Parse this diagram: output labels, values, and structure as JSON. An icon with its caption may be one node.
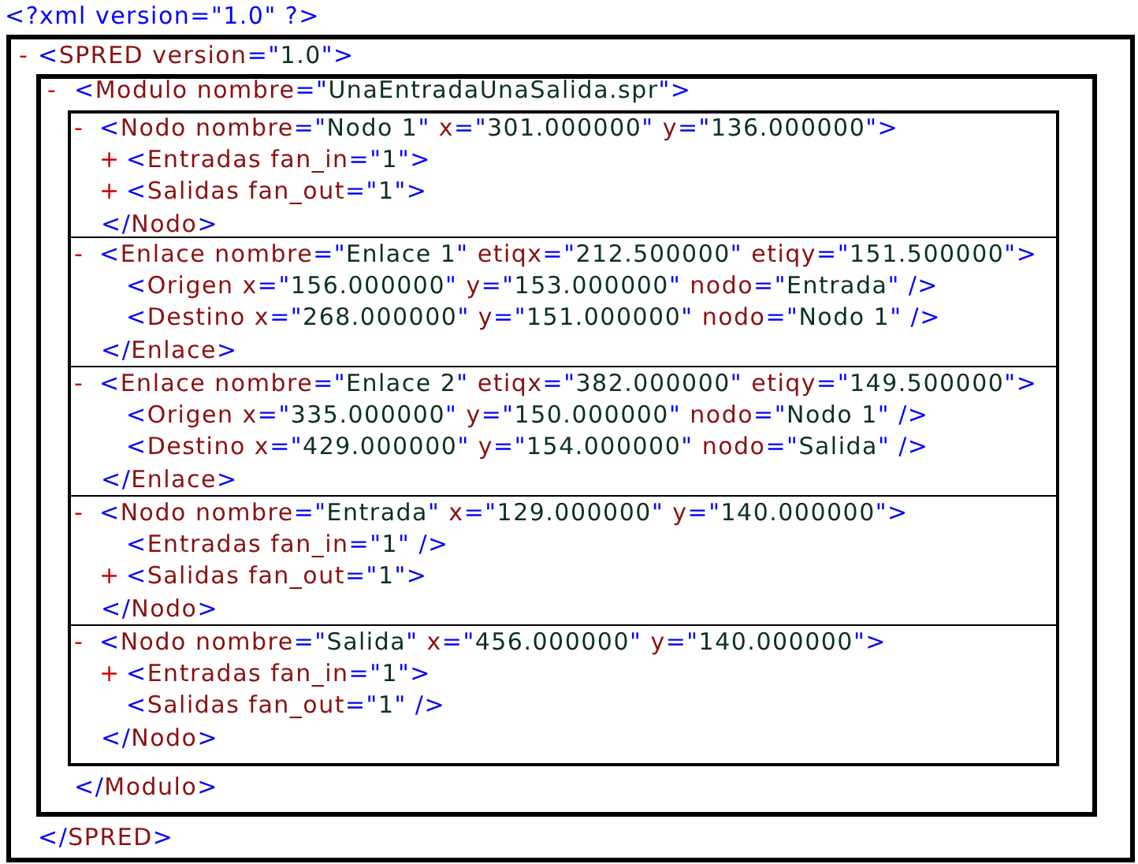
{
  "diagram": {
    "nodes": [
      {
        "text": [
          "- <SPRED version=\"1.0\">",
          "</SPRED>"
        ]
      },
      {
        "text": [
          "- <Modulo nombre=\"UnaEntradaUnaSalida.spr\">",
          "</Modulo>"
        ],
        "in": 0
      },
      {
        "text": [],
        "shape": "box",
        "in": 1
      },
      {
        "text": [
          "- <Nodo nombre=\"Nodo 1\" x=\"301.000000\" y=\"136.000000\">",
          "+ <Entradas fan_in=\"1\">",
          "+ <Salidas fan_out=\"1\">",
          "</Nodo>"
        ],
        "in": 2
      },
      {
        "text": [
          "- <Enlace nombre=\"Enlace 1\" etiqx=\"212.500000\" etiqy=\"151.500000\">",
          "<Origen x=\"156.000000\" y=\"153.000000\" nodo=\"Entrada\" />",
          "<Destino x=\"268.000000\" y=\"151.000000\" nodo=\"Nodo 1\" />",
          "</Enlace>"
        ],
        "in": 2
      },
      {
        "text": [
          "- <Enlace nombre=\"Enlace 2\" etiqx=\"382.000000\" etiqy=\"149.500000\">",
          "<Origen x=\"335.000000\" y=\"150.000000\" nodo=\"Nodo 1\" />",
          "<Destino x=\"429.000000\" y=\"154.000000\" nodo=\"Salida\" />",
          "</Enlace>"
        ],
        "in": 2
      },
      {
        "text": [
          "- <Nodo nombre=\"Entrada\" x=\"129.000000\" y=\"140.000000\">",
          "<Entradas fan_in=\"1\" />",
          "+ <Salidas fan_out=\"1\">",
          "</Nodo>"
        ],
        "in": 2
      },
      {
        "text": [
          "- <Nodo nombre=\"Salida\" x=\"456.000000\" y=\"140.000000\">",
          "+ <Entradas fan_in=\"1\">",
          "<Salidas fan_out=\"1\" />",
          "</Nodo>"
        ],
        "in": 2
      }
    ],
    "labels": [
      "<?xml version=\"1.0\" ?>"
    ]
  }
}
